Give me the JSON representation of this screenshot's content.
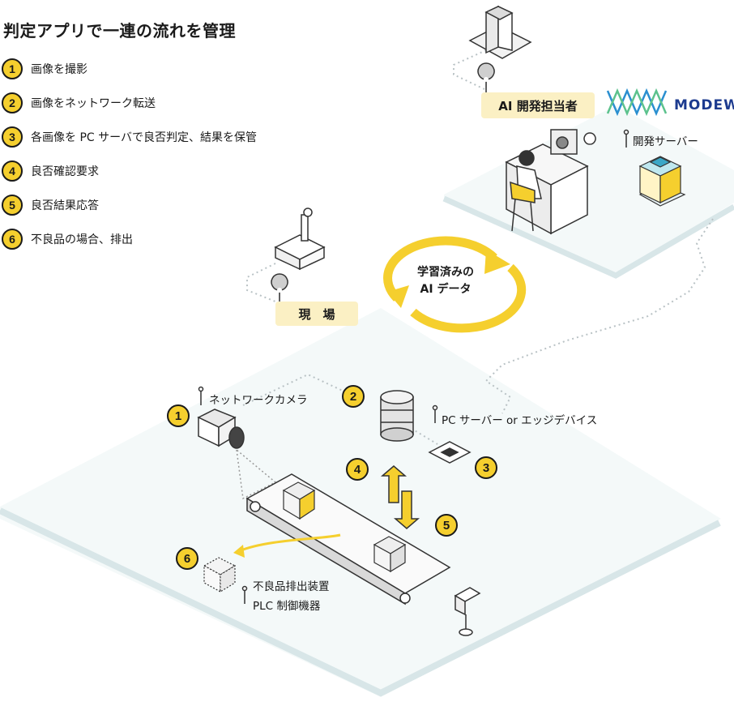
{
  "title": "判定アプリで一連の流れを管理",
  "steps": [
    {
      "num": "1",
      "text": "画像を撮影"
    },
    {
      "num": "2",
      "text": "画像をネットワーク転送"
    },
    {
      "num": "3",
      "text": "各画像を PC サーバで良否判定、結果を保管"
    },
    {
      "num": "4",
      "text": "良否確認要求"
    },
    {
      "num": "5",
      "text": "良否結果応答"
    },
    {
      "num": "6",
      "text": "不良品の場合、排出"
    }
  ],
  "places": {
    "ai_dev": "AI 開発担当者",
    "site": "現　場"
  },
  "labels": {
    "dev_server": "開発サーバー",
    "network_camera": "ネットワークカメラ",
    "pc_server": "PC サーバー or エッジデバイス",
    "reject_device": "不良品排出装置",
    "plc": "PLC 制御機器"
  },
  "center": {
    "line1": "学習済みの",
    "line2": "AI データ"
  },
  "logo": "MODEWO",
  "badges": {
    "b1": "1",
    "b2": "2",
    "b3": "3",
    "b4": "4",
    "b5": "5",
    "b6": "6"
  },
  "colors": {
    "accent": "#f5cf2e",
    "outline": "#1a1a1a",
    "label_bg": "#fbf0c4",
    "platform": "#eef5f6"
  },
  "icons": [
    "building-icon",
    "pin-icon",
    "person-at-desk-icon",
    "server-rack-icon",
    "factory-icon",
    "cycle-arrows-icon",
    "camera-icon",
    "database-icon",
    "chip-icon",
    "conveyor-icon",
    "box-icon",
    "sensor-icon",
    "modewo-logo-icon"
  ]
}
